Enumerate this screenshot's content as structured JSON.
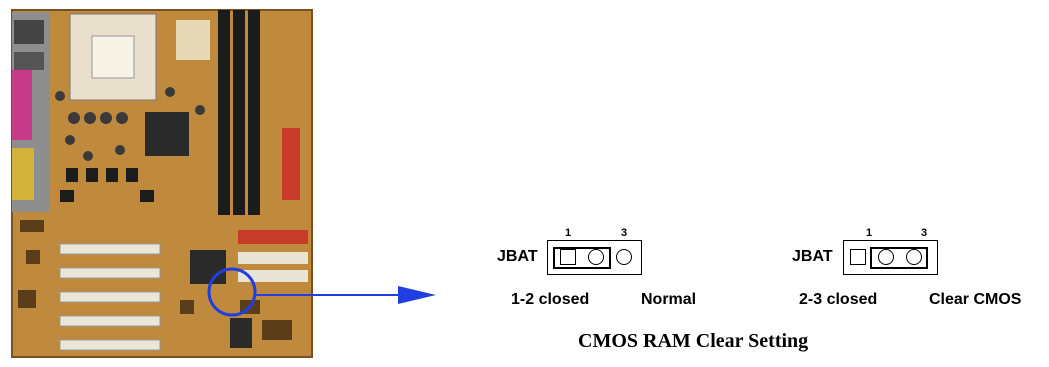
{
  "colors": {
    "board": "#c08a3e",
    "board_dark": "#6e4a1c",
    "highlight_circle": "#1f3fe0",
    "arrow": "#1f3fe0"
  },
  "jumpers": [
    {
      "name": "JBAT",
      "pin_first": "1",
      "pin_last": "3",
      "label": "1-2 closed",
      "description": "Normal",
      "closed_pins": "1-2"
    },
    {
      "name": "JBAT",
      "pin_first": "1",
      "pin_last": "3",
      "label": "2-3 closed",
      "description": "Clear CMOS",
      "closed_pins": "2-3"
    }
  ],
  "caption": "CMOS RAM Clear Setting"
}
